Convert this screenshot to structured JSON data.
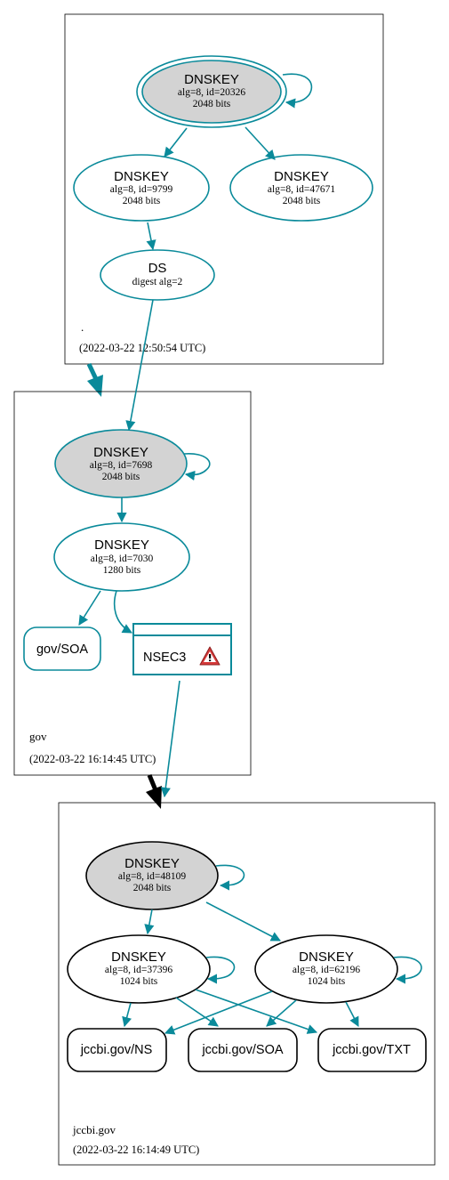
{
  "colors": {
    "teal": "#0a8a9a",
    "node_fill_gray": "#d3d3d3",
    "black": "#000000",
    "warning_red": "#d63a3a"
  },
  "zones": {
    "root": {
      "name": ".",
      "timestamp": "(2022-03-22 12:50:54 UTC)"
    },
    "gov": {
      "name": "gov",
      "timestamp": "(2022-03-22 16:14:45 UTC)"
    },
    "jccbi": {
      "name": "jccbi.gov",
      "timestamp": "(2022-03-22 16:14:49 UTC)"
    }
  },
  "nodes": {
    "root_ksk": {
      "title": "DNSKEY",
      "line1": "alg=8, id=20326",
      "line2": "2048 bits"
    },
    "root_zsk1": {
      "title": "DNSKEY",
      "line1": "alg=8, id=9799",
      "line2": "2048 bits"
    },
    "root_zsk2": {
      "title": "DNSKEY",
      "line1": "alg=8, id=47671",
      "line2": "2048 bits"
    },
    "root_ds": {
      "title": "DS",
      "line1": "digest alg=2"
    },
    "gov_ksk": {
      "title": "DNSKEY",
      "line1": "alg=8, id=7698",
      "line2": "2048 bits"
    },
    "gov_zsk": {
      "title": "DNSKEY",
      "line1": "alg=8, id=7030",
      "line2": "1280 bits"
    },
    "gov_soa": {
      "label": "gov/SOA"
    },
    "gov_nsec3": {
      "label": "NSEC3",
      "icon": "warning-icon"
    },
    "jccbi_ksk": {
      "title": "DNSKEY",
      "line1": "alg=8, id=48109",
      "line2": "2048 bits"
    },
    "jccbi_zsk1": {
      "title": "DNSKEY",
      "line1": "alg=8, id=37396",
      "line2": "1024 bits"
    },
    "jccbi_zsk2": {
      "title": "DNSKEY",
      "line1": "alg=8, id=62196",
      "line2": "1024 bits"
    },
    "jccbi_ns": {
      "label": "jccbi.gov/NS"
    },
    "jccbi_soa": {
      "label": "jccbi.gov/SOA"
    },
    "jccbi_txt": {
      "label": "jccbi.gov/TXT"
    }
  }
}
